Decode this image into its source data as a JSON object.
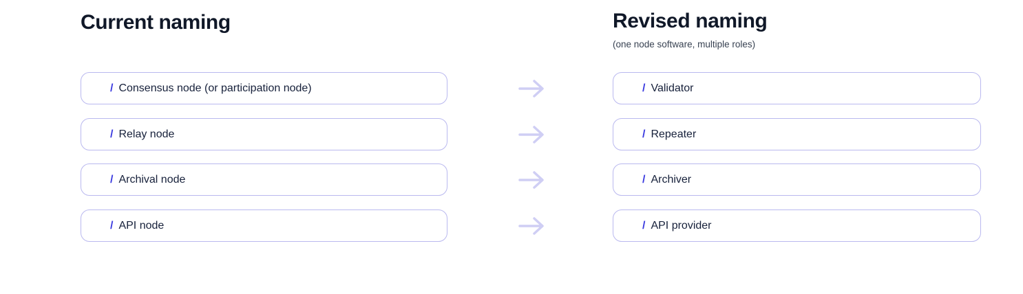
{
  "headers": {
    "current": "Current naming",
    "revised": "Revised naming",
    "revised_subtitle": "(one node software, multiple roles)"
  },
  "slash": "/",
  "rows": [
    {
      "current": "Consensus node (or participation node)",
      "revised": "Validator"
    },
    {
      "current": "Relay node",
      "revised": "Repeater"
    },
    {
      "current": "Archival node",
      "revised": "Archiver"
    },
    {
      "current": "API node",
      "revised": "API provider"
    }
  ],
  "colors": {
    "accent_slash": "#3c3ce0",
    "box_border": "#b9b8ef",
    "arrow": "#cfcef4",
    "title": "#101828",
    "text": "#16203a",
    "subtitle": "#374151"
  }
}
